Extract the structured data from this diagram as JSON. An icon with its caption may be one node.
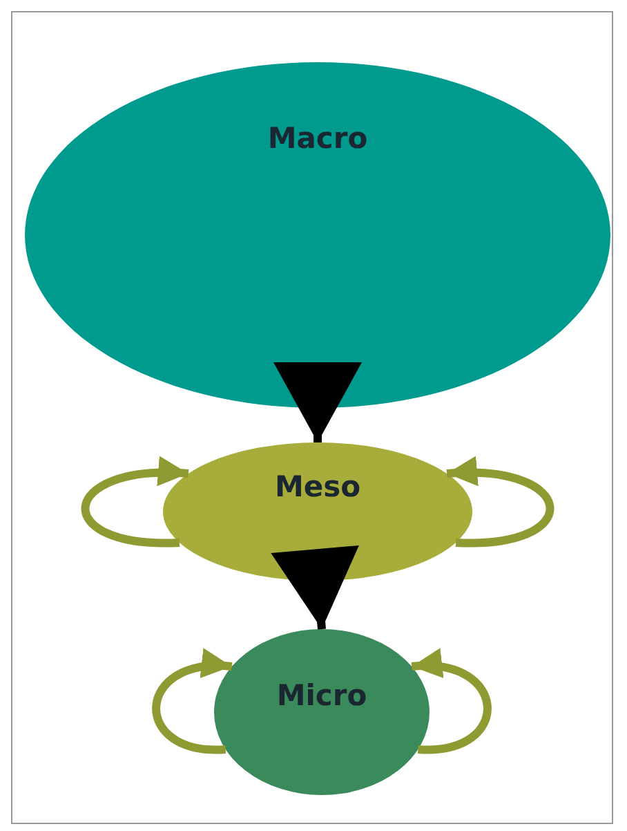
{
  "diagram": {
    "nodes": [
      {
        "text": [
          "Macro"
        ]
      },
      {
        "text": [
          "Meso"
        ]
      },
      {
        "text": [
          "Micro"
        ]
      }
    ],
    "edges": [
      {
        "from": 0,
        "to": 1,
        "arrow": "to",
        "color": "#000000"
      },
      {
        "from": 1,
        "to": 2,
        "arrow": "to",
        "color": "#000000"
      },
      {
        "from": 1,
        "to": 1,
        "arrow": "to",
        "color": "#8f9a32"
      },
      {
        "from": 1,
        "to": 1,
        "arrow": "to",
        "color": "#8f9a32"
      },
      {
        "from": 2,
        "to": 2,
        "arrow": "to",
        "color": "#8f9a32"
      },
      {
        "from": 2,
        "to": 2,
        "arrow": "to",
        "color": "#8f9a32"
      }
    ]
  }
}
